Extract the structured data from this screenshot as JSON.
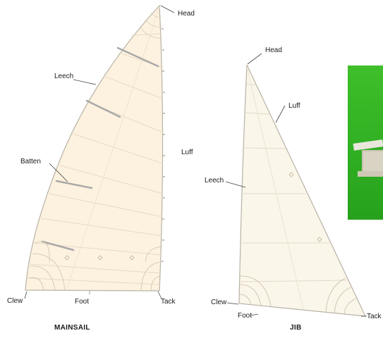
{
  "mainsail": {
    "labels": {
      "head": "Head",
      "leech": "Leech",
      "luff": "Luff",
      "batten": "Batten",
      "clew": "Clew",
      "foot": "Foot",
      "tack": "Tack"
    },
    "caption": "MAINSAIL"
  },
  "jib": {
    "labels": {
      "head": "Head",
      "luff": "Luff",
      "leech": "Leech",
      "clew": "Clew",
      "foot": "Foot",
      "tack": "Tack"
    },
    "caption": "JIB"
  },
  "colors": {
    "sail_fill": "#fdf2df",
    "sail_edge": "#b8b2a6",
    "seam": "#e3d6c2",
    "batten": "#a9a9a9",
    "photo_green": "#35b626"
  }
}
